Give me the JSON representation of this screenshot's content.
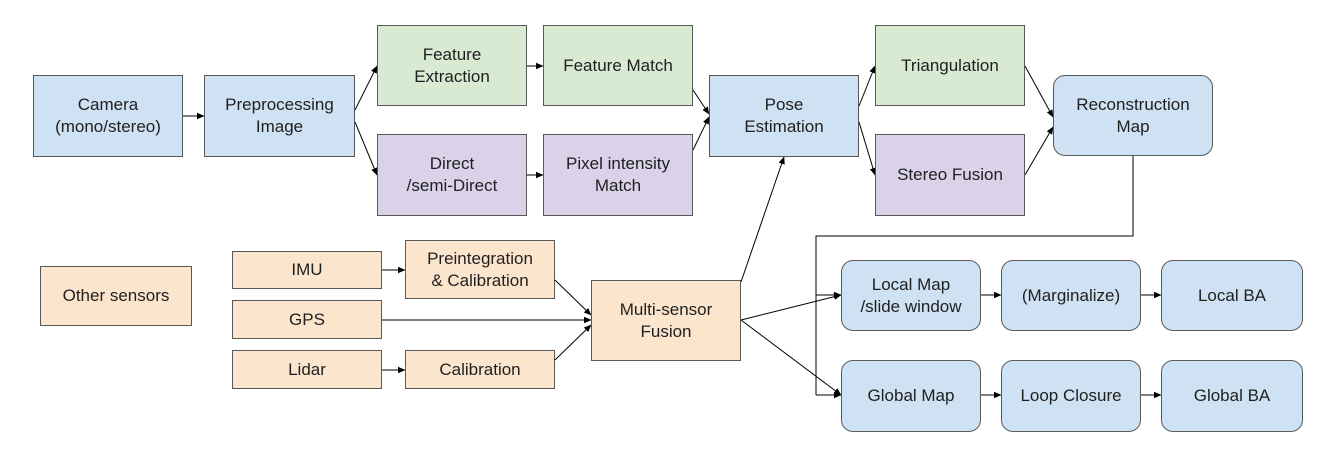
{
  "colors": {
    "blue": "#cfe2f3",
    "green": "#d9ead3",
    "purple": "#d9d2e9",
    "orange": "#fce5cd",
    "border": "#595959",
    "line": "#000000"
  },
  "nodes": {
    "camera": "Camera\n(mono/stereo)",
    "preprocessing": "Preprocessing\nImage",
    "feature_extraction": "Feature\nExtraction",
    "feature_match": "Feature Match",
    "direct": "Direct\n/semi-Direct",
    "pixel_match": "Pixel intensity\nMatch",
    "pose_estimation": "Pose\nEstimation",
    "triangulation": "Triangulation",
    "stereo_fusion": "Stereo Fusion",
    "reconstruction_map": "Reconstruction\nMap",
    "other_sensors": "Other sensors",
    "imu": "IMU",
    "gps": "GPS",
    "lidar": "Lidar",
    "preintegration": "Preintegration\n& Calibration",
    "calibration": "Calibration",
    "multi_sensor_fusion": "Multi-sensor\nFusion",
    "local_map": "Local Map\n/slide window",
    "marginalize": "(Marginalize)",
    "local_ba": "Local BA",
    "global_map": "Global Map",
    "loop_closure": "Loop Closure",
    "global_ba": "Global BA"
  }
}
